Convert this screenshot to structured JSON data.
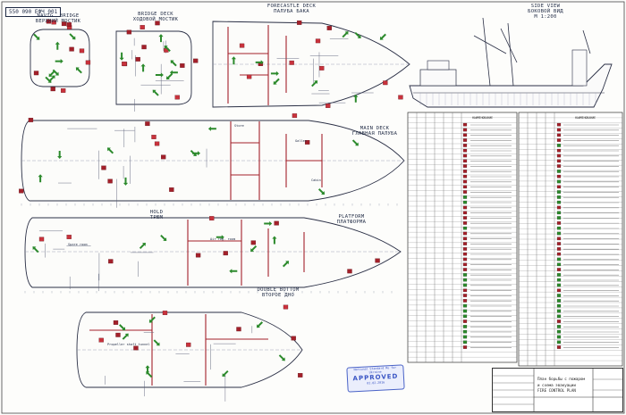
{
  "document": {
    "number": "550 090 ЕФЧ 001",
    "views": {
      "navig_bridge": {
        "title": "NAVIG. BRIDGE",
        "subtitle": "ВЕРХНИЙ МОСТИК"
      },
      "bridge_deck": {
        "title": "BRIDGE DECK",
        "subtitle": "ХОДОВОЙ МОСТИК"
      },
      "forecastle_deck": {
        "title": "FORECASTLE DECK",
        "subtitle": "ПАЛУБА БАКА"
      },
      "side_view": {
        "title": "SIDE VIEW",
        "subtitle": "БОКОВОЙ ВИД",
        "scale": "M 1:200"
      },
      "main_deck": {
        "title": "MAIN DECK",
        "subtitle": "ГЛАВНАЯ ПАЛУБА"
      },
      "hold": {
        "title": "HOLD",
        "subtitle": "ТРЮМ"
      },
      "platform": {
        "title": "PLATFORM",
        "subtitle": "ПЛАТФОРМА"
      },
      "double_bottom": {
        "title": "DOUBLE BOTTOM",
        "subtitle": "ВТОРОЕ ДНО"
      }
    },
    "rooms": {
      "store": "Store",
      "galley": "Galley",
      "cabin": "Cabin",
      "air_reg_room": "Air reg. room",
      "spare_room": "Spare room",
      "propeller_shaft_tunnel": "Propeller shaft tunnel"
    },
    "legend": {
      "left_header": "НАИМЕНОВАНИЕ",
      "right_header": "НАИМЕНОВАНИЕ"
    },
    "stamp": {
      "line1": "National Standard Ru for Ukraine",
      "big": "APPROVED",
      "line2": "01.02.2016"
    },
    "title_block": {
      "line1": "План борьбы с пожаром",
      "line2": "и схема эвакуации",
      "line3": "FIRE CONTROL PLAN"
    }
  }
}
